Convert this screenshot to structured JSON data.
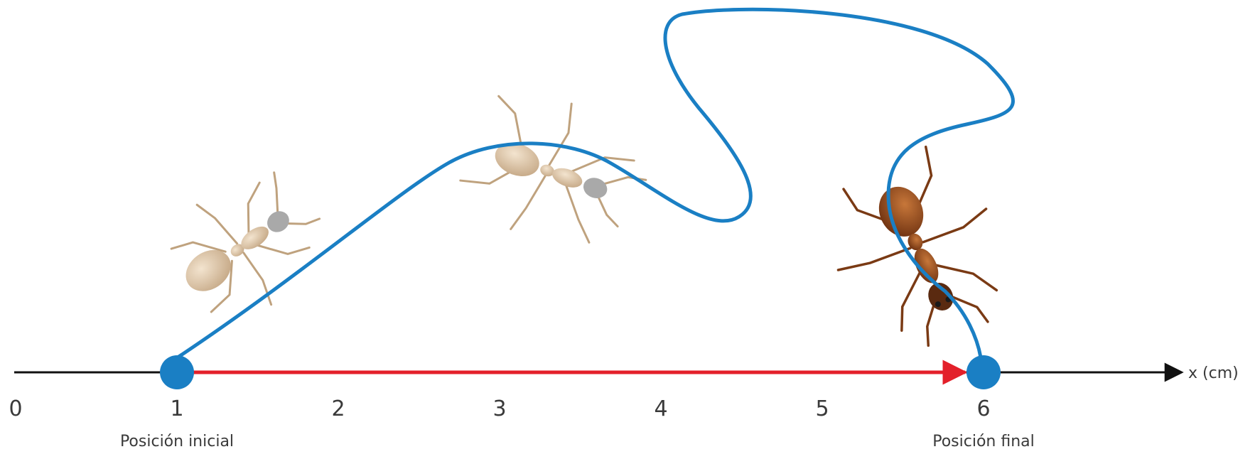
{
  "axis": {
    "label": "x (cm)",
    "ticks": [
      "0",
      "1",
      "2",
      "3",
      "4",
      "5",
      "6"
    ]
  },
  "positions": {
    "initial": {
      "x": 1,
      "label": "Posición inicial"
    },
    "final": {
      "x": 6,
      "label": "Posición final"
    }
  },
  "displacement": {
    "from": 1,
    "to": 6
  },
  "ants": [
    {
      "name": "ant-start",
      "appearance": "pale"
    },
    {
      "name": "ant-middle",
      "appearance": "pale"
    },
    {
      "name": "ant-end",
      "appearance": "brown"
    }
  ],
  "colors": {
    "path": "#1a7fc4",
    "displacement": "#e3202a",
    "axis": "#111111",
    "marker": "#1a7fc4",
    "ant_pale": "#d9c2a2",
    "ant_brown": "#9a4e1c"
  }
}
